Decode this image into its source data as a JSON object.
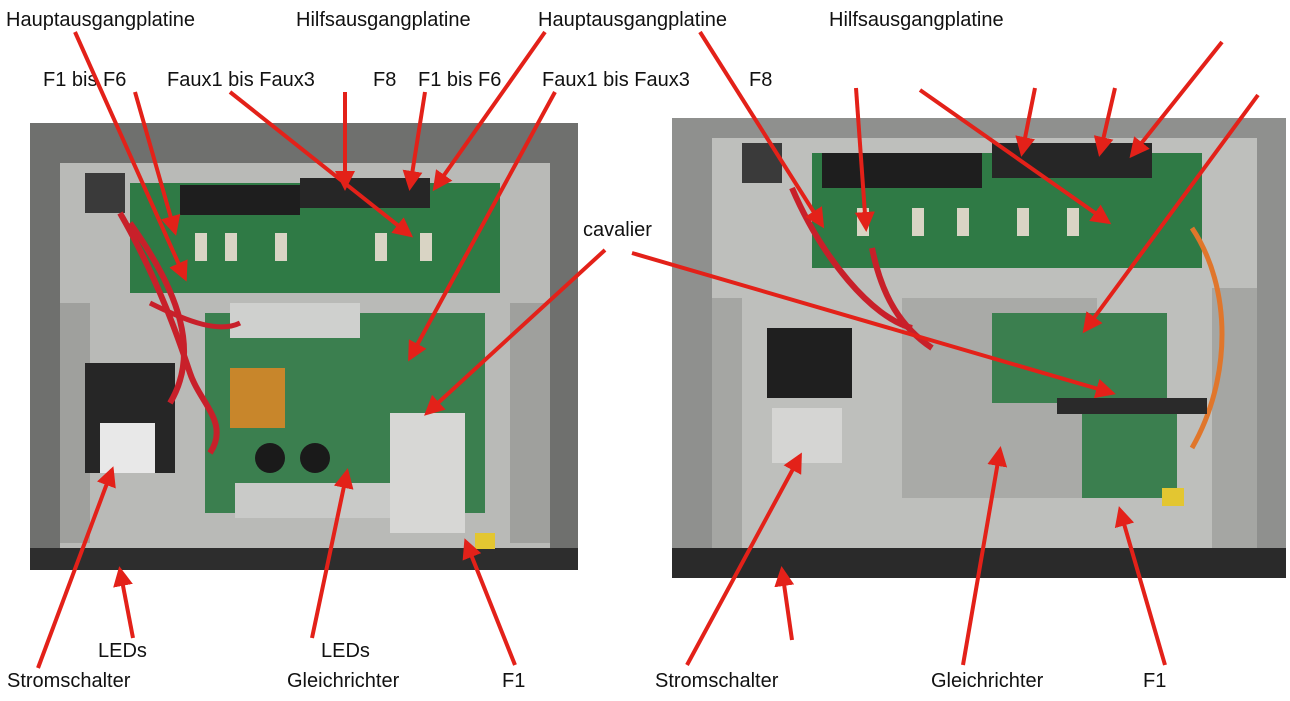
{
  "labels": {
    "top_left_main_board": "Hauptausgangplatine",
    "top_left_aux_board": "Hilfsausgangplatine",
    "top_right_main_board": "Hauptausgangplatine",
    "top_right_aux_board": "Hilfsausgangplatine",
    "fuse_left_f1_f6": "F1 bis F6",
    "fuse_left_faux": "Faux1 bis Faux3",
    "fuse_left_f8": "F8",
    "fuse_right_f1_f6": "F1 bis F6",
    "fuse_right_faux": "Faux1 bis Faux3",
    "fuse_right_f8": "F8",
    "cavalier": "cavalier",
    "bottom_left_leds_1": "LEDs",
    "bottom_left_leds_2": "LEDs",
    "bottom_left_power_switch": "Stromschalter",
    "bottom_left_rectifier": "Gleichrichter",
    "bottom_left_f1": "F1",
    "bottom_right_power_switch": "Stromschalter",
    "bottom_right_rectifier": "Gleichrichter",
    "bottom_right_f1": "F1"
  },
  "colors": {
    "arrow": "#e32119",
    "board_green": "#2f7a45",
    "chassis": "#b8b9b6",
    "cable_red": "#c8202a"
  }
}
